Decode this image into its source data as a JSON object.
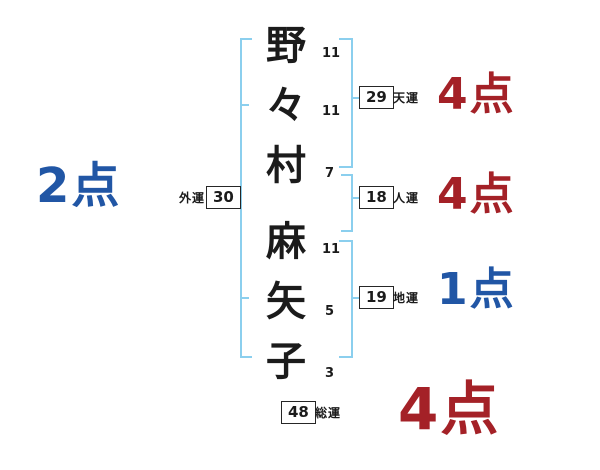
{
  "name": {
    "characters": [
      {
        "char": "野",
        "strokes": 11
      },
      {
        "char": "々",
        "strokes": 11
      },
      {
        "char": "村",
        "strokes": 7
      },
      {
        "char": "麻",
        "strokes": 11
      },
      {
        "char": "矢",
        "strokes": 5
      },
      {
        "char": "子",
        "strokes": 3
      }
    ]
  },
  "fortunes": {
    "tenun": {
      "label": "天運",
      "value": 29,
      "score": "4点"
    },
    "jinun": {
      "label": "人運",
      "value": 18,
      "score": "4点"
    },
    "chiun": {
      "label": "地運",
      "value": 19,
      "score": "1点"
    },
    "gaiun": {
      "label": "外運",
      "value": 30,
      "score": "2点"
    },
    "soun": {
      "label": "総運",
      "value": 48,
      "score": "4点"
    }
  },
  "colors": {
    "high_score": "#a42127",
    "low_score": "#2156a5",
    "bracket": "#8bcfee",
    "text": "#1b1b1b"
  }
}
